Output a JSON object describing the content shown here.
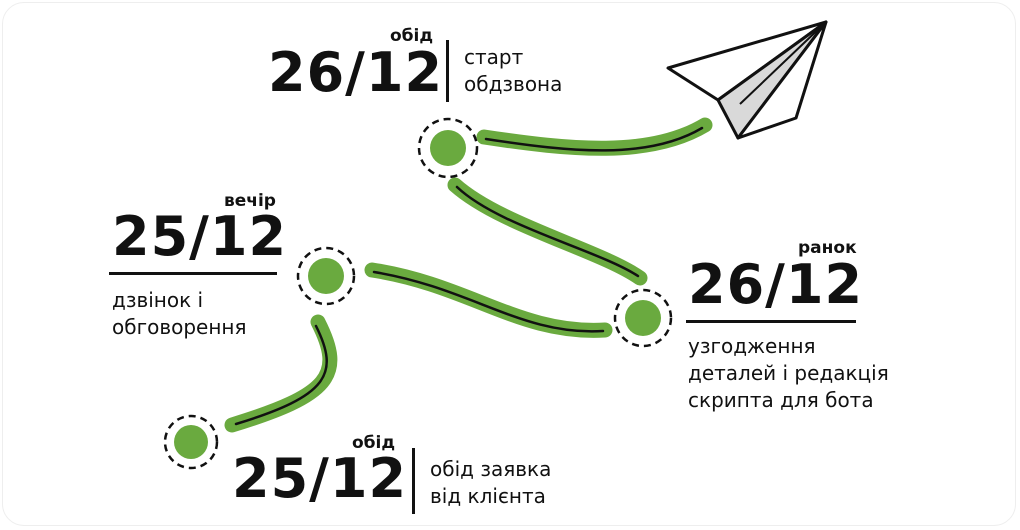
{
  "colors": {
    "accent": "#6aaa3f",
    "ink": "#111111",
    "paper_plane_shade": "#d9d9d9"
  },
  "timeline": [
    {
      "time_of_day": "обід",
      "date": "25/12",
      "description_lines": [
        "обід заявка",
        "від клієнта"
      ]
    },
    {
      "time_of_day": "вечір",
      "date": "25/12",
      "description_lines": [
        "дзвінок і",
        "обговорення"
      ]
    },
    {
      "time_of_day": "ранок",
      "date": "26/12",
      "description_lines": [
        "узгодження",
        "деталей і редакція",
        "скрипта для бота"
      ]
    },
    {
      "time_of_day": "обід",
      "date": "26/12",
      "description_lines": [
        "старт",
        "обдзвона"
      ]
    }
  ],
  "icons": [
    "paper-plane-icon"
  ]
}
